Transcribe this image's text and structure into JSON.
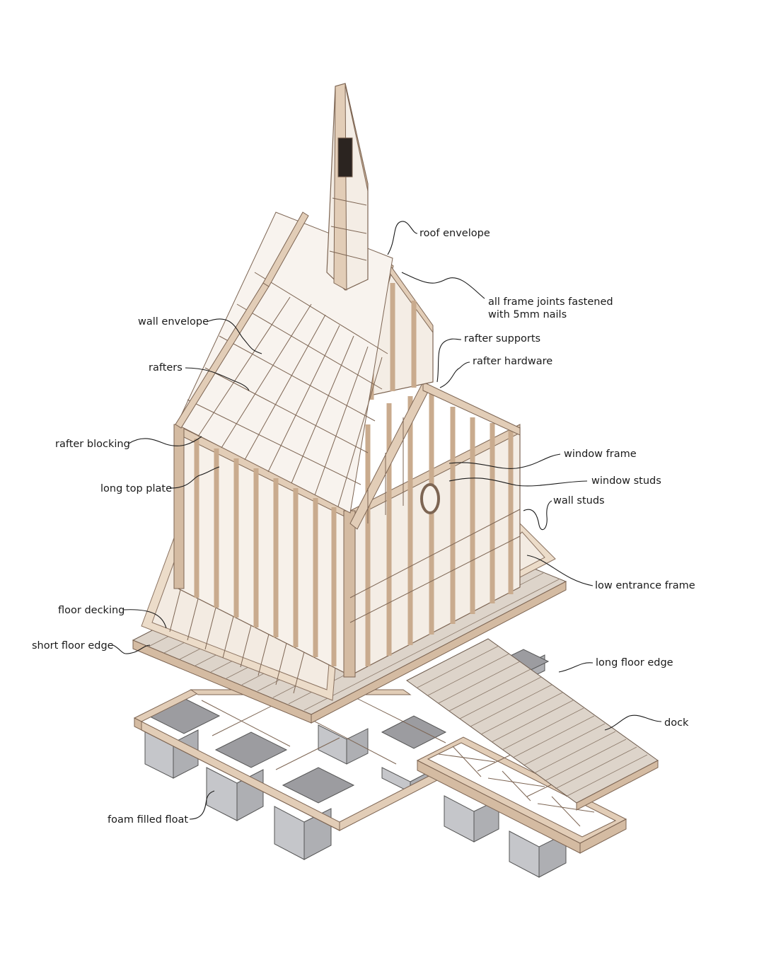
{
  "labels": {
    "roof_envelope": "roof envelope",
    "frame_joints_line1": "all frame joints fastened",
    "frame_joints_line2": "with 5mm nails",
    "wall_envelope": "wall envelope",
    "rafter_supports": "rafter supports",
    "rafter_hardware": "rafter hardware",
    "rafters": "rafters",
    "rafter_blocking": "rafter blocking",
    "window_frame": "window frame",
    "window_studs": "window studs",
    "long_top_plate": "long top plate",
    "wall_studs": "wall studs",
    "low_entrance_frame": "low entrance frame",
    "floor_decking": "floor decking",
    "short_floor_edge": "short floor edge",
    "long_floor_edge": "long floor edge",
    "dock": "dock",
    "foam_filled_float": "foam filled float"
  },
  "colors": {
    "wood": "#e2cdb7",
    "wood_shadow": "#d4bba2",
    "float": "#b5b6ba",
    "line": "#1a1a1a",
    "background": "#ffffff"
  }
}
